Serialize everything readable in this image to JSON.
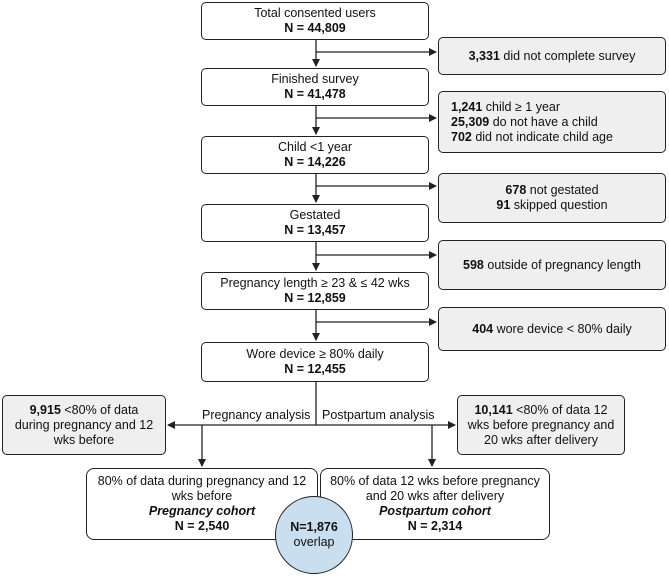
{
  "main_flow": [
    {
      "label": "Total consented users",
      "n": "N = 44,809"
    },
    {
      "label": "Finished survey",
      "n": "N = 41,478"
    },
    {
      "label": "Child <1 year",
      "n": "N = 14,226"
    },
    {
      "label": "Gestated",
      "n": "N = 13,457"
    },
    {
      "label": "Pregnancy length ≥ 23 & ≤ 42 wks",
      "n": "N = 12,859"
    },
    {
      "label": "Wore device ≥ 80% daily",
      "n": "N = 12,455"
    }
  ],
  "exclusions": [
    {
      "lines": [
        {
          "num": "3,331",
          "text": " did not complete survey"
        }
      ]
    },
    {
      "lines": [
        {
          "num": "1,241",
          "text": " child ≥ 1 year"
        },
        {
          "num": "25,309",
          "text": " do not have a child"
        },
        {
          "num": "702",
          "text": " did not indicate child age"
        }
      ]
    },
    {
      "lines": [
        {
          "num": "678",
          "text": " not gestated"
        },
        {
          "num": "91",
          "text": " skipped question"
        }
      ]
    },
    {
      "lines": [
        {
          "num": "598",
          "text": " outside of pregnancy length"
        }
      ]
    },
    {
      "lines": [
        {
          "num": "404",
          "text": " wore device  < 80% daily"
        }
      ]
    }
  ],
  "branches": {
    "pregnancy_label": "Pregnancy analysis",
    "postpartum_label": "Postpartum analysis",
    "pregnancy_exclusion": {
      "num": "9,915",
      "text": " <80% of data during pregnancy and 12 wks before"
    },
    "postpartum_exclusion": {
      "num": "10,141",
      "text": " <80% of data 12 wks before pregnancy and 20 wks after delivery"
    }
  },
  "cohorts": {
    "pregnancy": {
      "desc": "80% of data during pregnancy and 12 wks before",
      "name": "Pregnancy cohort",
      "n": "N = 2,540"
    },
    "postpartum": {
      "desc": "80% of data 12 wks before pregnancy and 20 wks after delivery",
      "name": "Postpartum cohort",
      "n": "N = 2,314"
    },
    "overlap": {
      "n": "N=1,876",
      "label": "overlap"
    }
  },
  "colors": {
    "exclusion_fill": "#efefef",
    "overlap_fill": "#c9dff0",
    "line": "#222222"
  }
}
